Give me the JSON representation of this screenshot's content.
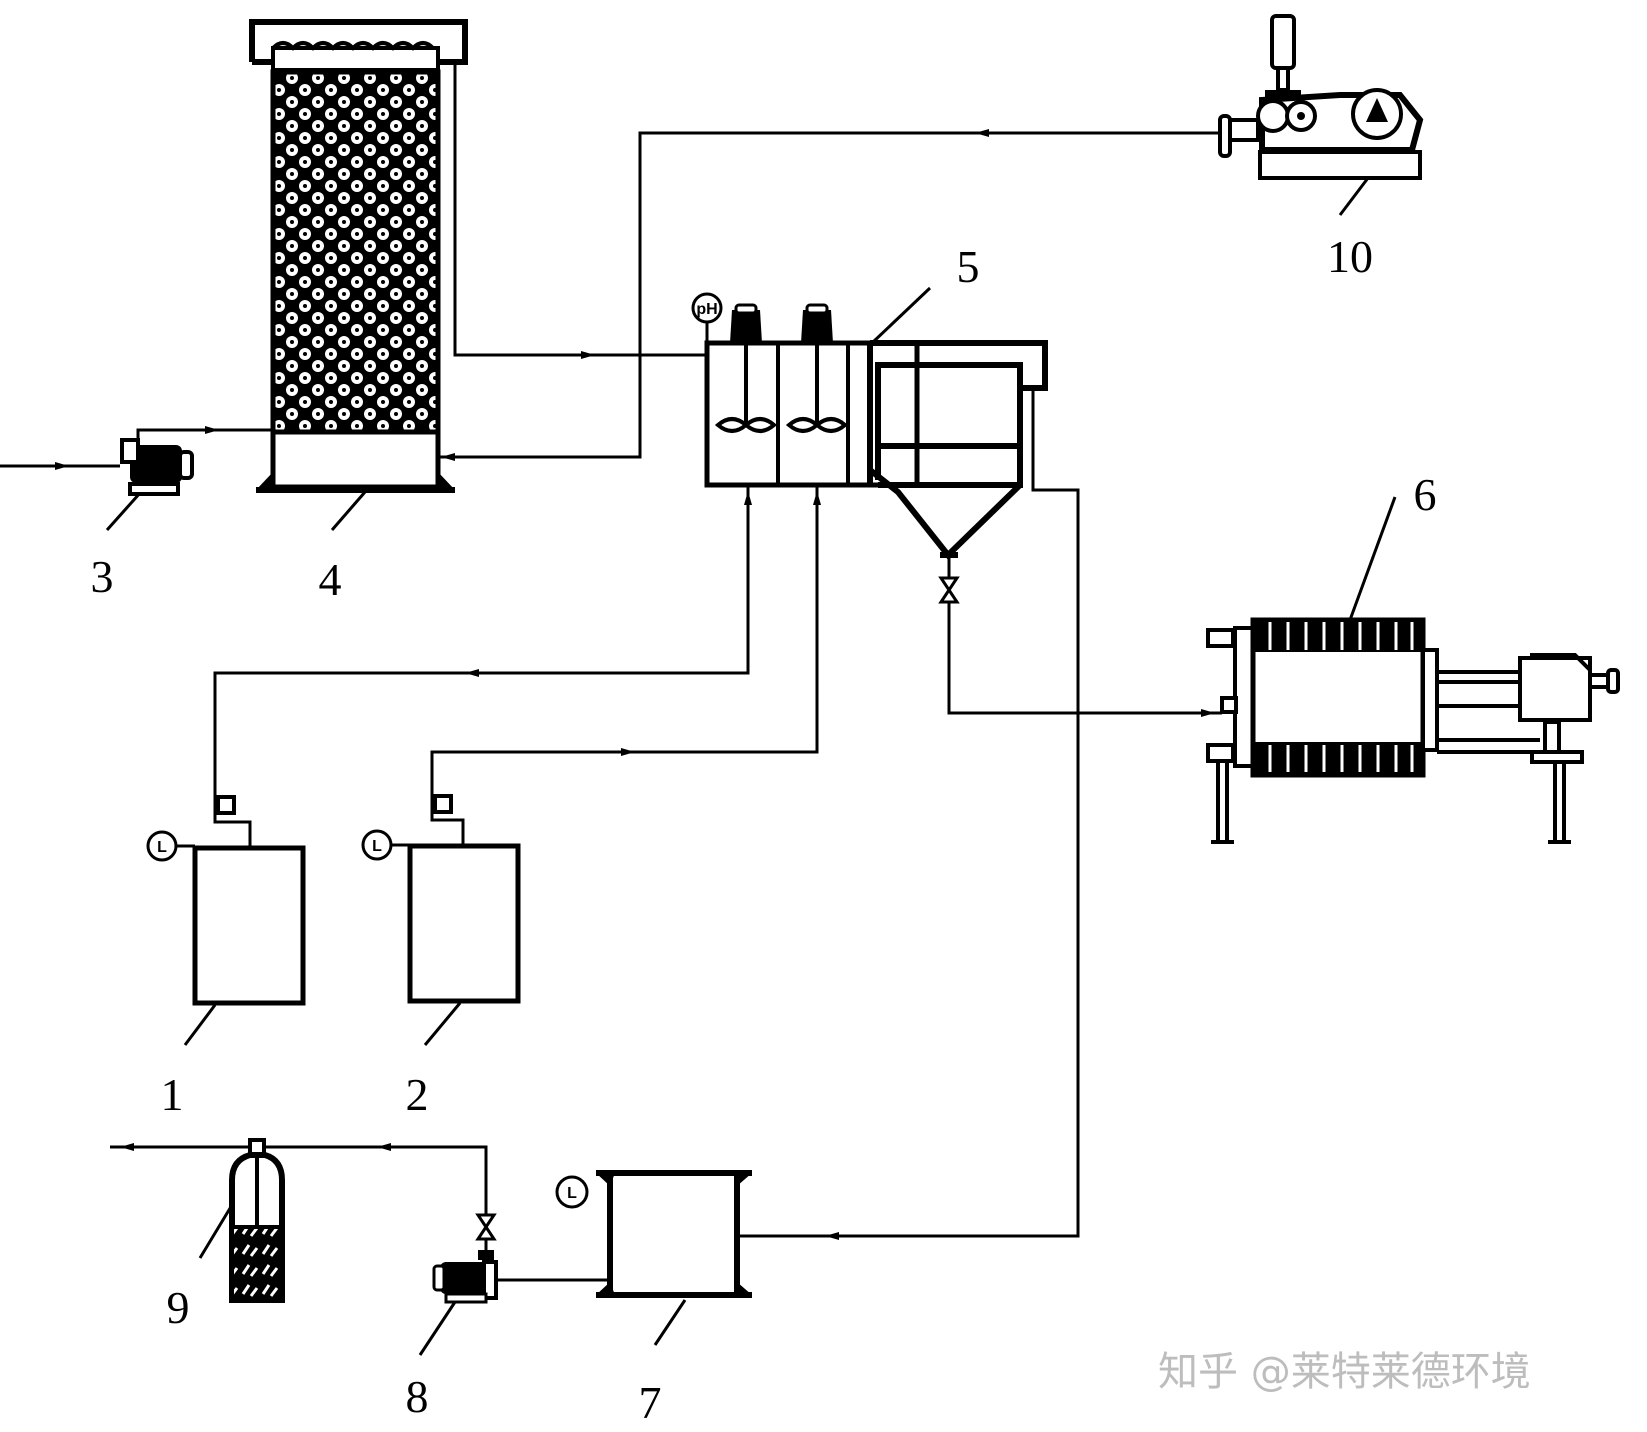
{
  "diagram": {
    "type": "process-flow",
    "components": [
      {
        "id": "1",
        "label": "1",
        "kind": "dosing-tank",
        "instrument": "L"
      },
      {
        "id": "2",
        "label": "2",
        "kind": "dosing-tank",
        "instrument": "L"
      },
      {
        "id": "3",
        "label": "3",
        "kind": "feed-pump"
      },
      {
        "id": "4",
        "label": "4",
        "kind": "packed-tower"
      },
      {
        "id": "5",
        "label": "5",
        "kind": "reaction-settling-tank",
        "instrument": "pH-meter"
      },
      {
        "id": "6",
        "label": "6",
        "kind": "filter-press"
      },
      {
        "id": "7",
        "label": "7",
        "kind": "clear-water-tank",
        "instrument": "L"
      },
      {
        "id": "8",
        "label": "8",
        "kind": "transfer-pump"
      },
      {
        "id": "9",
        "label": "9",
        "kind": "filter-column"
      },
      {
        "id": "10",
        "label": "10",
        "kind": "blower"
      }
    ],
    "instrument_symbols": {
      "level": "L",
      "ph": "pH"
    },
    "connections": [
      {
        "from": "inlet",
        "to": "3"
      },
      {
        "from": "3",
        "to": "4"
      },
      {
        "from": "4",
        "to": "5"
      },
      {
        "from": "10",
        "to": "4"
      },
      {
        "from": "10",
        "to": "5"
      },
      {
        "from": "1",
        "to": "5"
      },
      {
        "from": "2",
        "to": "5"
      },
      {
        "from": "5",
        "to": "6"
      },
      {
        "from": "5",
        "to": "7"
      },
      {
        "from": "6",
        "to": "7"
      },
      {
        "from": "7",
        "to": "8"
      },
      {
        "from": "8",
        "to": "9"
      },
      {
        "from": "9",
        "to": "outlet"
      }
    ]
  },
  "watermark": "知乎 @莱特莱德环境"
}
